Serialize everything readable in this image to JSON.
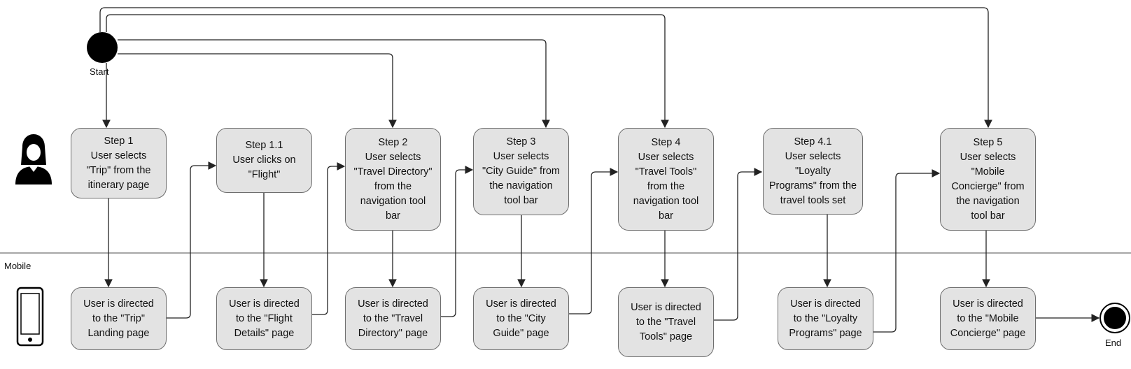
{
  "diagram": {
    "start_label": "Start",
    "end_label": "End",
    "lanes": {
      "user": "",
      "mobile": "Mobile"
    },
    "icons": {
      "user_lane": "user-icon",
      "mobile_lane": "smartphone-icon"
    },
    "colors": {
      "box_fill": "#e3e3e3",
      "box_border": "#6e6e6e",
      "line": "#222222",
      "node": "#000000"
    },
    "user_steps": [
      "Step 1\nUser selects\n\"Trip\" from the\nitinerary page",
      "Step 1.1\nUser clicks on\n\"Flight\"",
      "Step 2\nUser selects\n\"Travel Directory\"\nfrom the\nnavigation tool\nbar",
      "Step 3\nUser selects\n\"City Guide\" from\nthe navigation\ntool bar",
      "Step 4\nUser selects\n\"Travel Tools\"\nfrom the\nnavigation tool\nbar",
      "Step 4.1\nUser selects \"Loyalty\nPrograms\" from the\ntravel tools set",
      "Step 5\nUser selects\n\"Mobile\nConcierge\" from\nthe navigation\ntool bar"
    ],
    "mobile_steps": [
      "User is directed\nto the \"Trip\"\nLanding page",
      "User is directed\nto the \"Flight\nDetails\" page",
      "User is directed\nto the \"Travel\nDirectory\" page",
      "User is directed\nto the \"City\nGuide\" page",
      "User is directed\nto the \"Travel\nTools\" page",
      "User is directed\nto the \"Loyalty\nPrograms\" page",
      "User is directed\nto the \"Mobile\nConcierge\" page"
    ]
  }
}
